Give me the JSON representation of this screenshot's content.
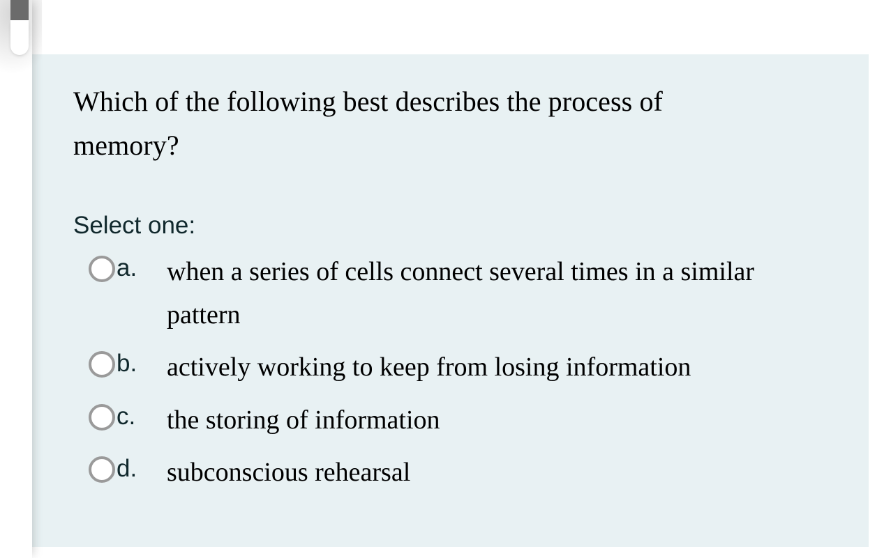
{
  "colors": {
    "page_background": "#ffffff",
    "card_background": "#e8f1f3",
    "question_text": "#000000",
    "label_text": "#10282c",
    "radio_border": "#9a9a9a",
    "radio_fill": "#ffffff",
    "scrollbar_thumb_top": "#6b6b6b",
    "scrollbar_thumb_body": "#ffffff"
  },
  "scrollbar": {
    "name": "vertical-scrollbar",
    "thumb_top_label": "scrollbar-thumb-top",
    "thumb_body_label": "scrollbar-thumb-body"
  },
  "question": {
    "text": "Which of the following best describes the process of memory?",
    "select_one_label": "Select one:"
  },
  "answers": [
    {
      "letter": "a.",
      "text": "when a series of cells connect several times in a similar pattern",
      "selected": false,
      "radio_icon": "radio-unchecked-icon"
    },
    {
      "letter": "b.",
      "text": "actively working to keep from losing information",
      "selected": false,
      "radio_icon": "radio-unchecked-icon"
    },
    {
      "letter": "c.",
      "text": "the storing of information",
      "selected": false,
      "radio_icon": "radio-unchecked-icon"
    },
    {
      "letter": "d.",
      "text": "subconscious rehearsal",
      "selected": false,
      "radio_icon": "radio-unchecked-icon"
    }
  ]
}
